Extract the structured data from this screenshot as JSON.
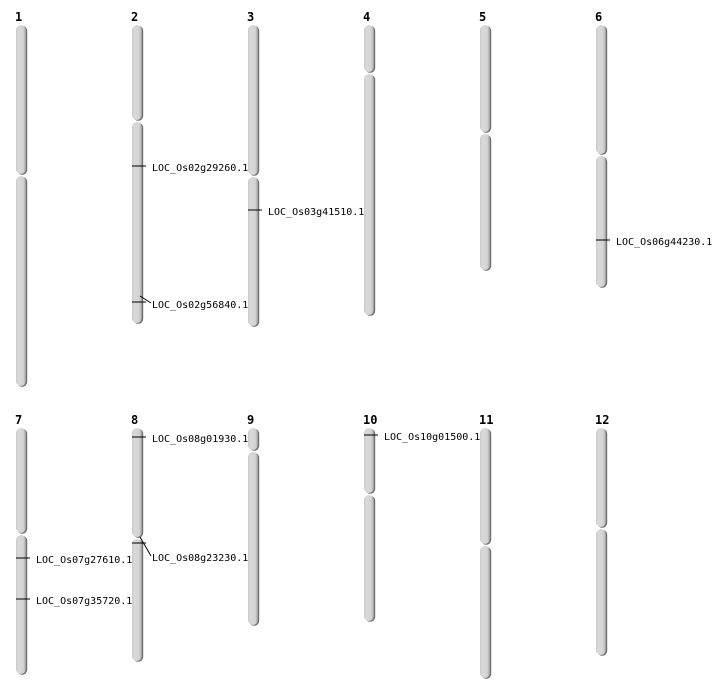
{
  "chromosomes": [
    {
      "name": "1",
      "markers": []
    },
    {
      "name": "2",
      "markers": [
        "LOC_Os02g29260.1",
        "LOC_Os02g56840.1"
      ]
    },
    {
      "name": "3",
      "markers": [
        "LOC_Os03g41510.1"
      ]
    },
    {
      "name": "4",
      "markers": []
    },
    {
      "name": "5",
      "markers": []
    },
    {
      "name": "6",
      "markers": [
        "LOC_Os06g44230.1"
      ]
    },
    {
      "name": "7",
      "markers": [
        "LOC_Os07g27610.1",
        "LOC_Os07g35720.1"
      ]
    },
    {
      "name": "8",
      "markers": [
        "LOC_Os08g01930.1",
        "LOC_Os08g23230.1"
      ]
    },
    {
      "name": "9",
      "markers": []
    },
    {
      "name": "10",
      "markers": [
        "LOC_Os10g01500.1"
      ]
    },
    {
      "name": "11",
      "markers": []
    },
    {
      "name": "12",
      "markers": []
    }
  ],
  "colors": {
    "chromosome": "#d4d4d4",
    "shadow": "#6e6e6e",
    "marker": "#000000"
  }
}
